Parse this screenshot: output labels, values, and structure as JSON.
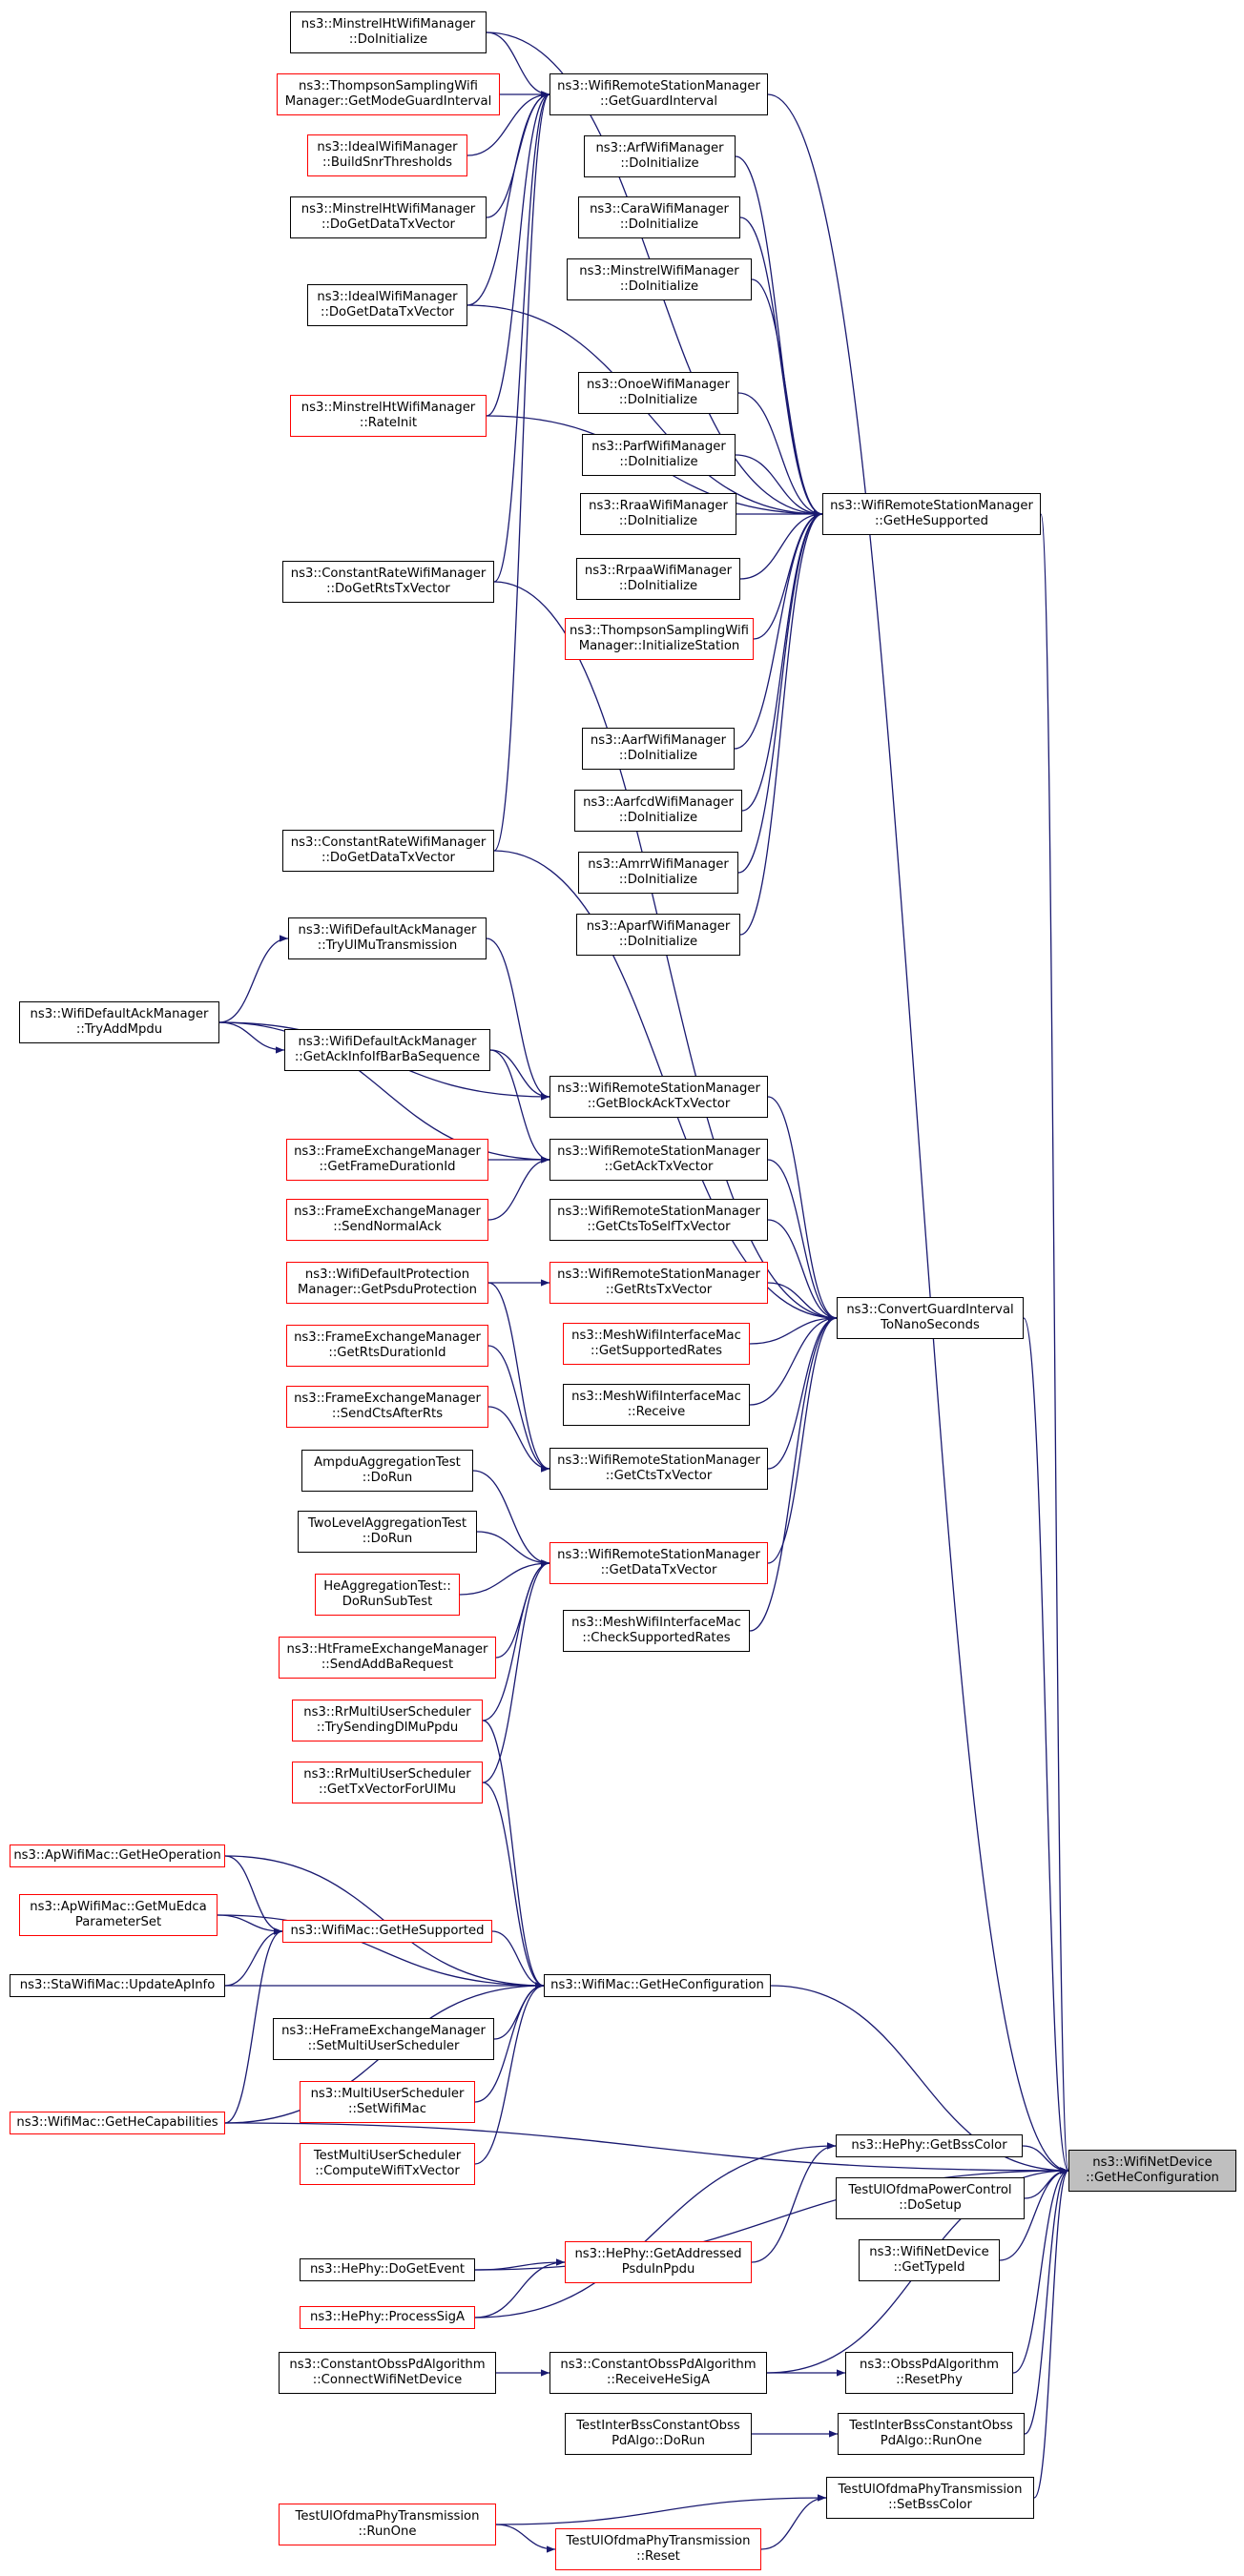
{
  "colors": {
    "edge": "#191970",
    "node_border": "#000000",
    "node_border_partial": "#ff0000",
    "focus_fill": "#bfbfbf"
  },
  "nodes": {
    "mhwm_doinit": [
      "ns3::MinstrelHtWifiManager",
      "::DoInitialize"
    ],
    "tsw_getmgi": [
      "ns3::ThompsonSamplingWifi",
      "Manager::GetModeGuardInterval"
    ],
    "ideal_build": [
      "ns3::IdealWifiManager",
      "::BuildSnrThresholds"
    ],
    "mhwm_dogetdata": [
      "ns3::MinstrelHtWifiManager",
      "::DoGetDataTxVector"
    ],
    "ideal_dogetdata": [
      "ns3::IdealWifiManager",
      "::DoGetDataTxVector"
    ],
    "mhwm_rateinit": [
      "ns3::MinstrelHtWifiManager",
      "::RateInit"
    ],
    "crwm_dogetrts": [
      "ns3::ConstantRateWifiManager",
      "::DoGetRtsTxVector"
    ],
    "crwm_dogetdata": [
      "ns3::ConstantRateWifiManager",
      "::DoGetDataTxVector"
    ],
    "wrsm_getgi": [
      "ns3::WifiRemoteStationManager",
      "::GetGuardInterval"
    ],
    "arf_doinit": [
      "ns3::ArfWifiManager",
      "::DoInitialize"
    ],
    "cara_doinit": [
      "ns3::CaraWifiManager",
      "::DoInitialize"
    ],
    "minstrel_doinit": [
      "ns3::MinstrelWifiManager",
      "::DoInitialize"
    ],
    "onoe_doinit": [
      "ns3::OnoeWifiManager",
      "::DoInitialize"
    ],
    "parf_doinit": [
      "ns3::ParfWifiManager",
      "::DoInitialize"
    ],
    "rraa_doinit": [
      "ns3::RraaWifiManager",
      "::DoInitialize"
    ],
    "rrpaa_doinit": [
      "ns3::RrpaaWifiManager",
      "::DoInitialize"
    ],
    "tsw_initst": [
      "ns3::ThompsonSamplingWifi",
      "Manager::InitializeStation"
    ],
    "aarf_doinit": [
      "ns3::AarfWifiManager",
      "::DoInitialize"
    ],
    "aarfcd_doinit": [
      "ns3::AarfcdWifiManager",
      "::DoInitialize"
    ],
    "amrr_doinit": [
      "ns3::AmrrWifiManager",
      "::DoInitialize"
    ],
    "aparf_doinit": [
      "ns3::AparfWifiManager",
      "::DoInitialize"
    ],
    "wrsm_gethesup": [
      "ns3::WifiRemoteStationManager",
      "::GetHeSupported"
    ],
    "wdam_tryulmu": [
      "ns3::WifiDefaultAckManager",
      "::TryUlMuTransmission"
    ],
    "wdam_tryaddmpdu": [
      "ns3::WifiDefaultAckManager",
      "::TryAddMpdu"
    ],
    "wdam_getackinfo": [
      "ns3::WifiDefaultAckManager",
      "::GetAckInfoIfBarBaSequence"
    ],
    "wrsm_getblockack": [
      "ns3::WifiRemoteStationManager",
      "::GetBlockAckTxVector"
    ],
    "wrsm_getack": [
      "ns3::WifiRemoteStationManager",
      "::GetAckTxVector"
    ],
    "fem_getframedur": [
      "ns3::FrameExchangeManager",
      "::GetFrameDurationId"
    ],
    "fem_sendnormalack": [
      "ns3::FrameExchangeManager",
      "::SendNormalAck"
    ],
    "wrsm_getctstoself": [
      "ns3::WifiRemoteStationManager",
      "::GetCtsToSelfTxVector"
    ],
    "wdpm_getpsdu": [
      "ns3::WifiDefaultProtection",
      "Manager::GetPsduProtection"
    ],
    "wrsm_getrts": [
      "ns3::WifiRemoteStationManager",
      "::GetRtsTxVector"
    ],
    "cgi_tonano": [
      "ns3::ConvertGuardInterval",
      "ToNanoSeconds"
    ],
    "mwim_getsuprates": [
      "ns3::MeshWifiInterfaceMac",
      "::GetSupportedRates"
    ],
    "mwim_receive": [
      "ns3::MeshWifiInterfaceMac",
      "::Receive"
    ],
    "fem_getrtsdur": [
      "ns3::FrameExchangeManager",
      "::GetRtsDurationId"
    ],
    "fem_sendcts": [
      "ns3::FrameExchangeManager",
      "::SendCtsAfterRts"
    ],
    "wrsm_getcts": [
      "ns3::WifiRemoteStationManager",
      "::GetCtsTxVector"
    ],
    "ampdu_dorun": [
      "AmpduAggregationTest",
      "::DoRun"
    ],
    "twolevel_dorun": [
      "TwoLevelAggregationTest",
      "::DoRun"
    ],
    "heagg_dorunsub": [
      "HeAggregationTest::",
      "DoRunSubTest"
    ],
    "wrsm_getdata": [
      "ns3::WifiRemoteStationManager",
      "::GetDataTxVector"
    ],
    "mwim_checksuprates": [
      "ns3::MeshWifiInterfaceMac",
      "::CheckSupportedRates"
    ],
    "htfem_sendaddba": [
      "ns3::HtFrameExchangeManager",
      "::SendAddBaRequest"
    ],
    "rrmus_trysend": [
      "ns3::RrMultiUserScheduler",
      "::TrySendingDlMuPpdu"
    ],
    "rrmus_gettxvec": [
      "ns3::RrMultiUserScheduler",
      "::GetTxVectorForUlMu"
    ],
    "apwm_getheop": [
      "ns3::ApWifiMac::GetHeOperation"
    ],
    "apwm_getmuedca": [
      "ns3::ApWifiMac::GetMuEdca",
      "ParameterSet"
    ],
    "wm_gethesup": [
      "ns3::WifiMac::GetHeSupported"
    ],
    "stawm_updateap": [
      "ns3::StaWifiMac::UpdateApInfo"
    ],
    "wm_gethecfg": [
      "ns3::WifiMac::GetHeConfiguration"
    ],
    "hefem_setmus": [
      "ns3::HeFrameExchangeManager",
      "::SetMultiUserScheduler"
    ],
    "mus_setwifimac": [
      "ns3::MultiUserScheduler",
      "::SetWifiMac"
    ],
    "wm_gethecap": [
      "ns3::WifiMac::GetHeCapabilities"
    ],
    "tmus_compute": [
      "TestMultiUserScheduler",
      "::ComputeWifiTxVector"
    ],
    "hephy_getbss": [
      "ns3::HePhy::GetBssColor"
    ],
    "tuopc_dosetup": [
      "TestUlOfdmaPowerControl",
      "::DoSetup"
    ],
    "wnd_gettypeid": [
      "ns3::WifiNetDevice",
      "::GetTypeId"
    ],
    "wnd_gethecfg": [
      "ns3::WifiNetDevice",
      "::GetHeConfiguration"
    ],
    "hephy_dogetevent": [
      "ns3::HePhy::DoGetEvent"
    ],
    "hephy_getaddr": [
      "ns3::HePhy::GetAddressed",
      "PsduInPpdu"
    ],
    "hephy_procsiga": [
      "ns3::HePhy::ProcessSigA"
    ],
    "copa_connect": [
      "ns3::ConstantObssPdAlgorithm",
      "::ConnectWifiNetDevice"
    ],
    "copa_recvsiga": [
      "ns3::ConstantObssPdAlgorithm",
      "::ReceiveHeSigA"
    ],
    "opa_resetphy": [
      "ns3::ObssPdAlgorithm",
      "::ResetPhy"
    ],
    "tibcopa_dorun": [
      "TestInterBssConstantObss",
      "PdAlgo::DoRun"
    ],
    "tibcopa_runone": [
      "TestInterBssConstantObss",
      "PdAlgo::RunOne"
    ],
    "tuopt_setbss": [
      "TestUlOfdmaPhyTransmission",
      "::SetBssColor"
    ],
    "tuopt_runone": [
      "TestUlOfdmaPhyTransmission",
      "::RunOne"
    ],
    "tuopt_reset": [
      "TestUlOfdmaPhyTransmission",
      "::Reset"
    ]
  }
}
